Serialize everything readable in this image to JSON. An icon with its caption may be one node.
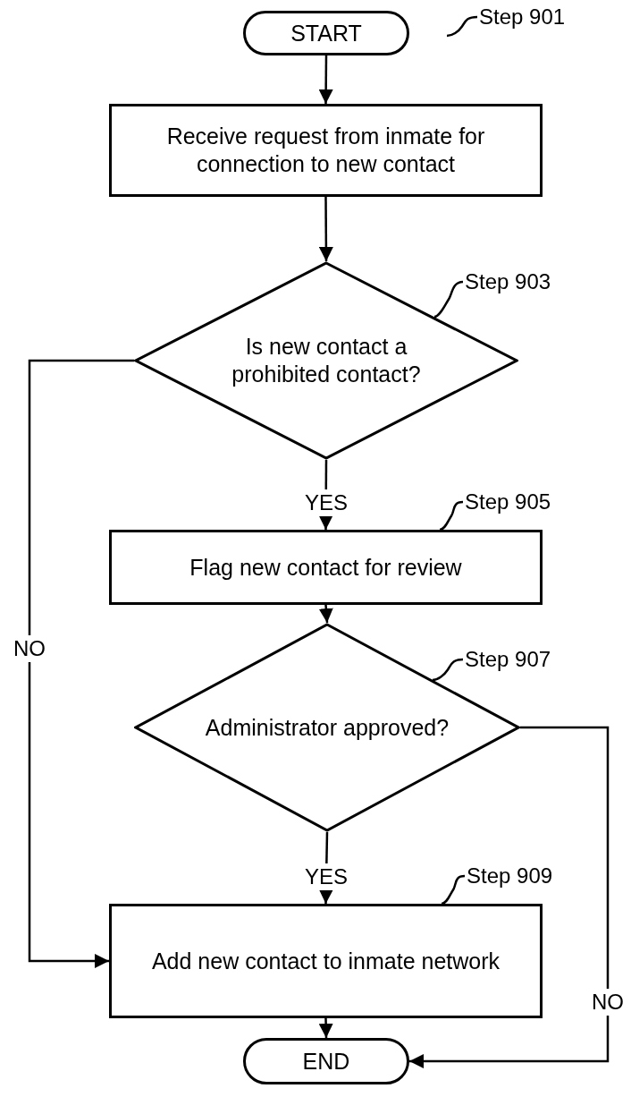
{
  "diagram": {
    "nodes": [
      {
        "text": [
          "START"
        ]
      },
      {
        "text": [
          "Receive request from inmate for connection to new contact"
        ]
      },
      {
        "text": [
          "Is new contact a prohibited contact?"
        ]
      },
      {
        "text": [
          "Flag new contact for review"
        ]
      },
      {
        "text": [
          "Administrator approved?"
        ]
      },
      {
        "text": [
          "Add new contact to inmate network"
        ]
      },
      {
        "text": [
          "END"
        ]
      },
      {
        "text": [
          "Step 901"
        ]
      },
      {
        "text": [
          "Step 903"
        ]
      },
      {
        "text": [
          "Step 905"
        ]
      },
      {
        "text": [
          "Step 907"
        ]
      },
      {
        "text": [
          "Step 909"
        ]
      }
    ],
    "edges": [
      {
        "from": 0,
        "to": 1,
        "arrow": "to"
      },
      {
        "from": 1,
        "to": 2,
        "arrow": "to"
      },
      {
        "from": 2,
        "to": 3,
        "arrow": "to",
        "label": "YES"
      },
      {
        "from": 2,
        "to": 5,
        "arrow": "to",
        "label": "NO"
      },
      {
        "from": 3,
        "to": 4,
        "arrow": "to"
      },
      {
        "from": 4,
        "to": 5,
        "arrow": "to",
        "label": "YES"
      },
      {
        "from": 4,
        "to": 6,
        "arrow": "to",
        "label": "NO"
      },
      {
        "from": 5,
        "to": 6,
        "arrow": "to"
      },
      {
        "from": 7,
        "to": null,
        "arrow": "none"
      },
      {
        "from": 8,
        "to": 2,
        "arrow": "none"
      },
      {
        "from": 9,
        "to": 3,
        "arrow": "none"
      },
      {
        "from": 10,
        "to": 4,
        "arrow": "none"
      },
      {
        "from": 11,
        "to": 5,
        "arrow": "none"
      }
    ]
  }
}
